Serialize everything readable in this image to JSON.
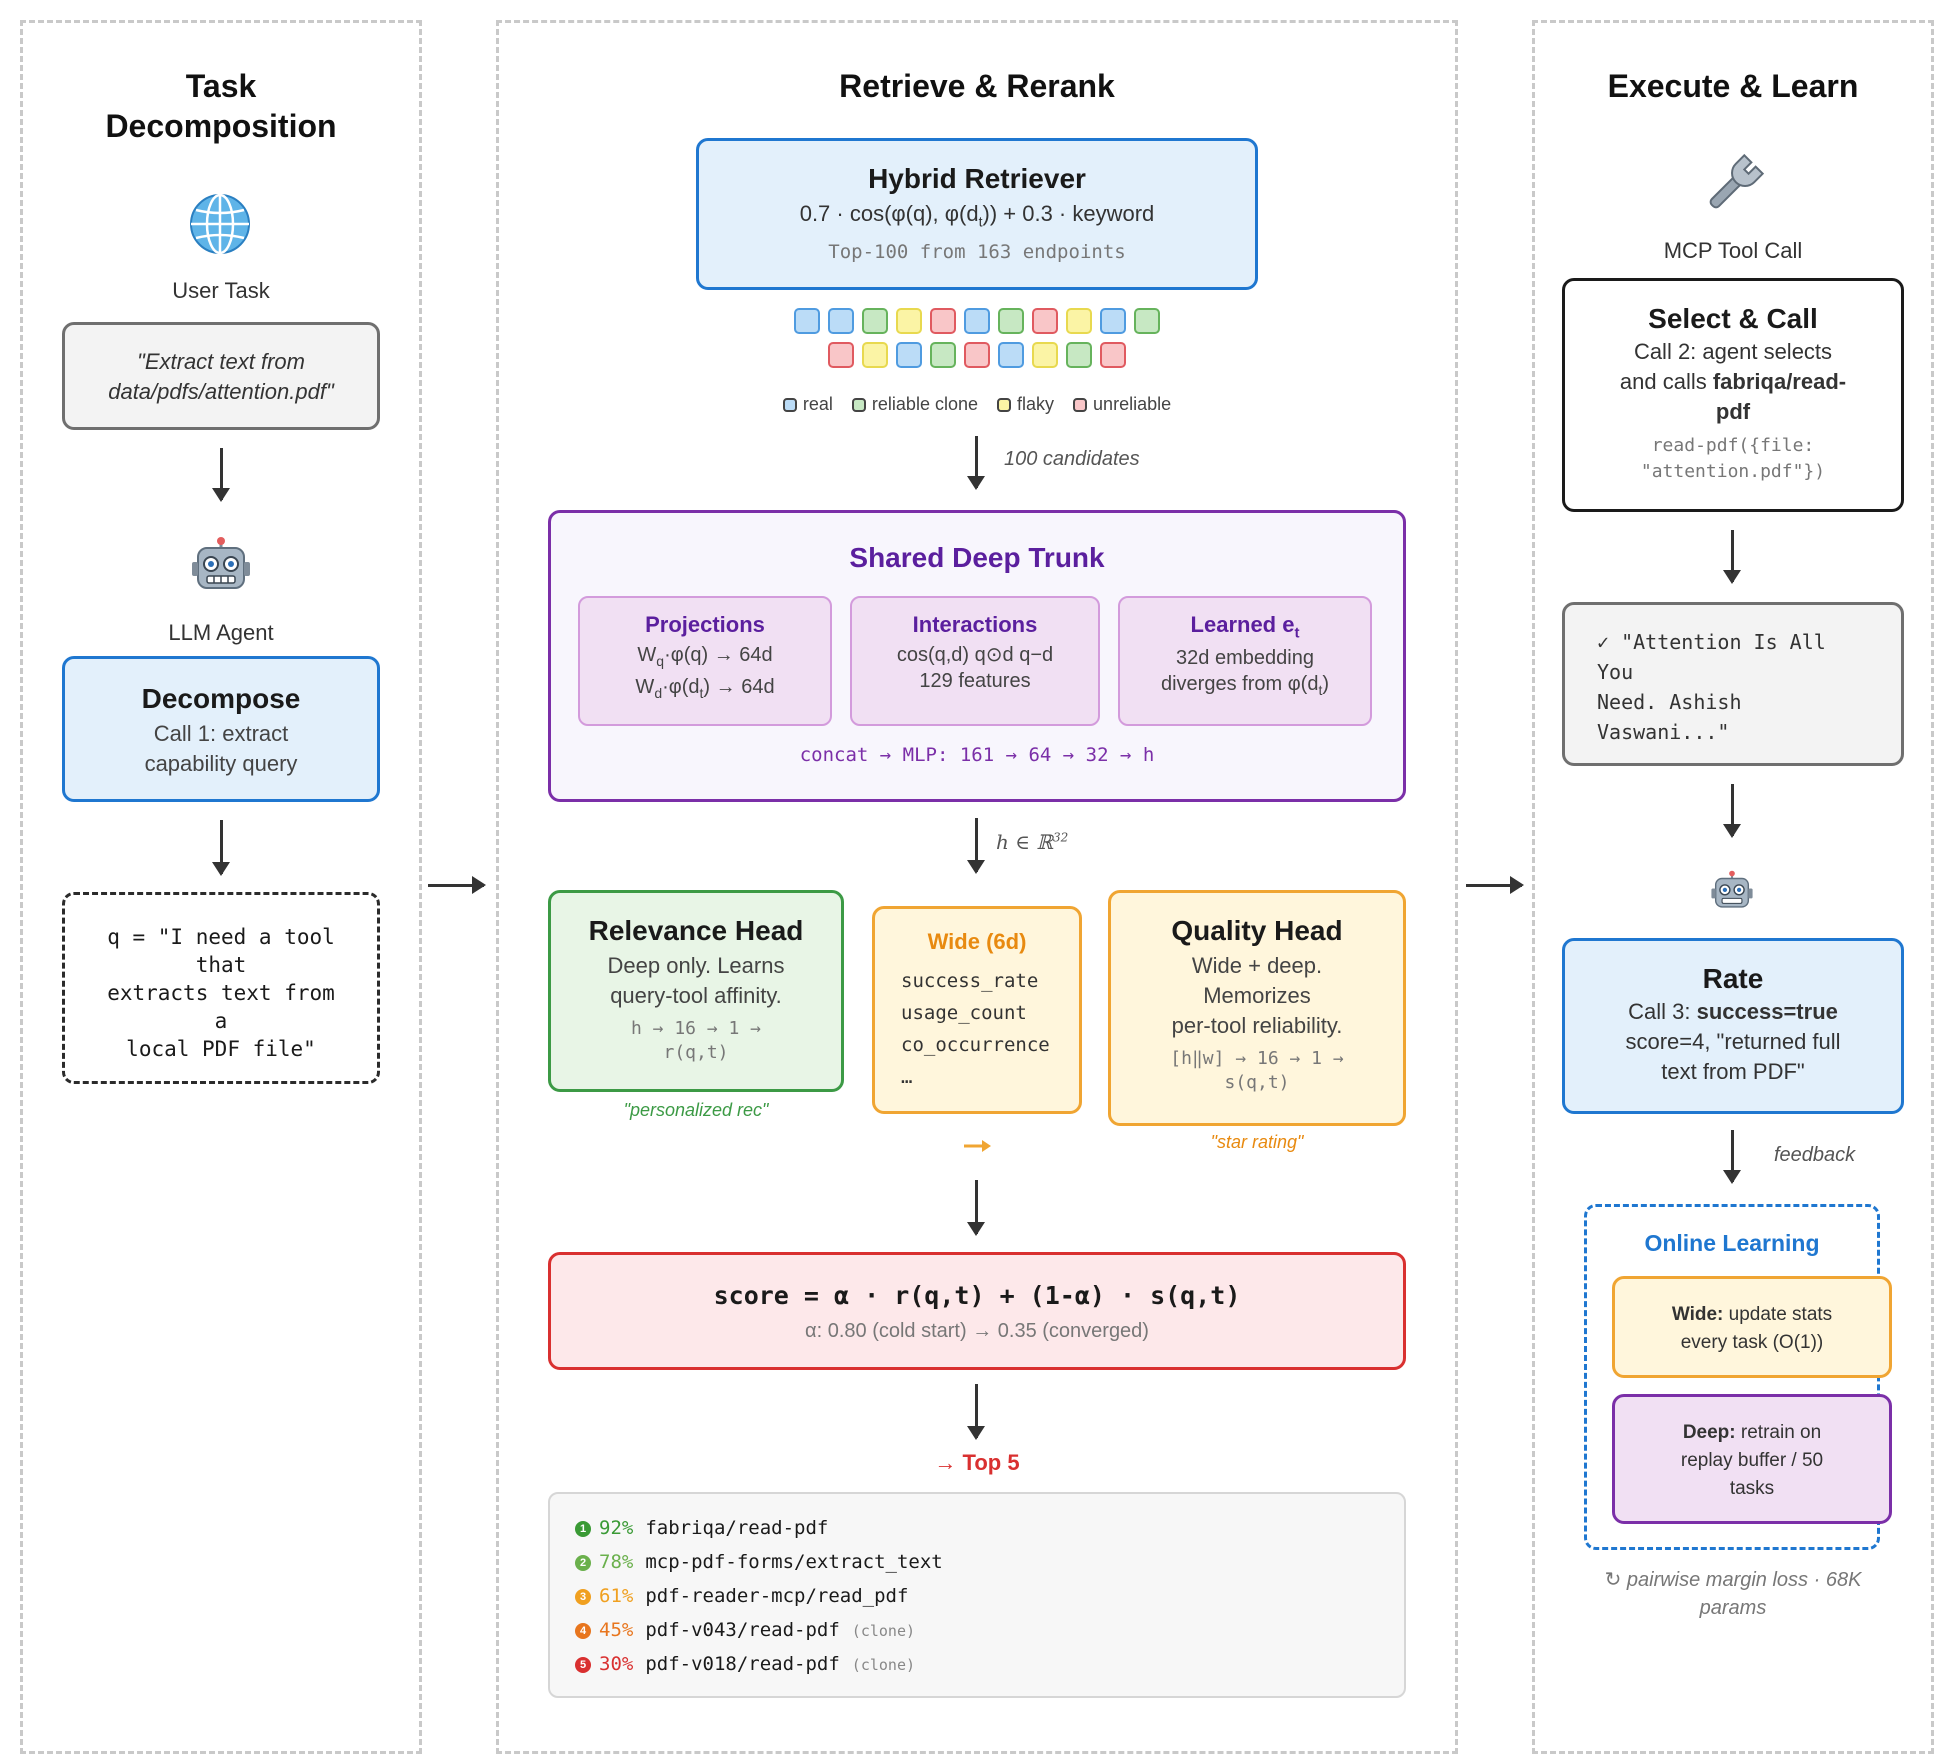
{
  "left": {
    "title_line1": "Task",
    "title_line2": "Decomposition",
    "user_task_label": "User Task",
    "user_task_quote_line1": "\"Extract text from",
    "user_task_quote_line2": "data/pdfs/attention.pdf\"",
    "agent_label": "LLM Agent",
    "decompose_title": "Decompose",
    "decompose_line1": "Call 1: extract",
    "decompose_line2": "capability query",
    "query_line1": "q = \"I need a tool",
    "query_line2": "that",
    "query_line3": "extracts text from",
    "query_line4": "a",
    "query_line5": "local PDF file\""
  },
  "middle": {
    "title": "Retrieve & Rerank",
    "retriever_title": "Hybrid Retriever",
    "retriever_formula_a": "0.7 · cos(φ(q), φ(d",
    "retriever_formula_sub": "t",
    "retriever_formula_b": ")) + 0.3 · keyword",
    "retriever_note": "Top-100 from 163 endpoints",
    "chips_row1": [
      "real",
      "real",
      "clone",
      "flaky",
      "unreliable",
      "real",
      "clone",
      "unreliable",
      "flaky",
      "real",
      "clone"
    ],
    "chips_row2": [
      "unreliable",
      "flaky",
      "real",
      "clone",
      "unreliable",
      "real",
      "flaky",
      "clone",
      "unreliable"
    ],
    "legend": {
      "real": "real",
      "clone": "reliable clone",
      "flaky": "flaky",
      "unreliable": "unreliable"
    },
    "candidates_label": "100 candidates",
    "trunk_title": "Shared Deep Trunk",
    "projections_title": "Projections",
    "projections_line1_a": "W",
    "projections_line1_sub": "q",
    "projections_line1_b": "·φ(q) → 64d",
    "projections_line2_a": "W",
    "projections_line2_sub": "d",
    "projections_line2_b": "·φ(d",
    "projections_line2_sub2": "t",
    "projections_line2_c": ") → 64d",
    "interactions_title": "Interactions",
    "interactions_line1": "cos(q,d) q⊙d q−d",
    "interactions_line2": "129 features",
    "learned_title_a": "Learned e",
    "learned_title_sub": "t",
    "learned_line1": "32d embedding",
    "learned_line2_a": "diverges from φ(d",
    "learned_line2_sub": "t",
    "learned_line2_b": ")",
    "trunk_mlp": "concat → MLP: 161 → 64 → 32 → h",
    "h_label": "h ∈ ℝ",
    "h_sup": "32",
    "relevance_title": "Relevance Head",
    "relevance_line1": "Deep only. Learns",
    "relevance_line2": "query-tool affinity.",
    "relevance_formula1": "h → 16 → 1 →",
    "relevance_formula2": "r(q,t)",
    "relevance_caption": "\"personalized rec\"",
    "wide_title": "Wide (6d)",
    "wide_items": [
      "success_rate",
      "usage_count",
      "co_occurrence",
      "…"
    ],
    "quality_title": "Quality Head",
    "quality_line1": "Wide + deep.",
    "quality_line2": "Memorizes",
    "quality_line3": "per-tool reliability.",
    "quality_formula1": "[h‖w] → 16 → 1 →",
    "quality_formula2": "s(q,t)",
    "quality_caption": "\"star rating\"",
    "score_formula": "score = α · r(q,t) + (1-α) · s(q,t)",
    "score_alpha": "α: 0.80 (cold start) → 0.35 (converged)",
    "top5_label": "→ Top 5",
    "ranking": [
      {
        "num": "1",
        "pct": "92%",
        "name": "fabriqa/read-pdf",
        "tag": "",
        "color": "#3a9a35"
      },
      {
        "num": "2",
        "pct": "78%",
        "name": "mcp-pdf-forms/extract_text",
        "tag": "",
        "color": "#6ab04c"
      },
      {
        "num": "3",
        "pct": "61%",
        "name": "pdf-reader-mcp/read_pdf",
        "tag": "",
        "color": "#f0a020"
      },
      {
        "num": "4",
        "pct": "45%",
        "name": "pdf-v043/read-pdf",
        "tag": "(clone)",
        "color": "#e8761e"
      },
      {
        "num": "5",
        "pct": "30%",
        "name": "pdf-v018/read-pdf",
        "tag": "(clone)",
        "color": "#d93030"
      }
    ]
  },
  "right": {
    "title": "Execute & Learn",
    "mcp_label": "MCP Tool Call",
    "select_title": "Select & Call",
    "select_line1": "Call 2: agent selects",
    "select_line2_a": "and calls ",
    "select_line2_b": "fabriqa/read-",
    "select_line3": "pdf",
    "select_code1": "read-pdf({file:",
    "select_code2": "\"attention.pdf\"})",
    "result_line1": "✓ \"Attention Is All",
    "result_line2": "You",
    "result_line3": "Need. Ashish",
    "result_line4": "Vaswani...\"",
    "rate_title": "Rate",
    "rate_line1_a": "Call 3: ",
    "rate_line1_b": "success=true",
    "rate_line2": "score=4, \"returned full",
    "rate_line3": "text from PDF\"",
    "feedback_label": "feedback",
    "online_title": "Online Learning",
    "wide_update_bold": "Wide:",
    "wide_update_line1": " update stats",
    "wide_update_line2": "every task (O(1))",
    "deep_update_bold": "Deep:",
    "deep_update_line1": " retrain on",
    "deep_update_line2": "replay buffer / 50",
    "deep_update_line3": "tasks",
    "loss_line1": "↻ pairwise margin loss · 68K",
    "loss_line2": "params"
  },
  "colors": {
    "blue_border": "#1f77d0",
    "blue_fill": "#e3f0fb",
    "purple_border": "#7b2fa8",
    "purple_title": "#5b1f9e",
    "green_border": "#3c9a45",
    "green_fill": "#e8f5e6",
    "orange_border": "#f0a532",
    "orange_fill": "#fff6dc",
    "red_border": "#d93030",
    "red_fill": "#fde8ea"
  }
}
